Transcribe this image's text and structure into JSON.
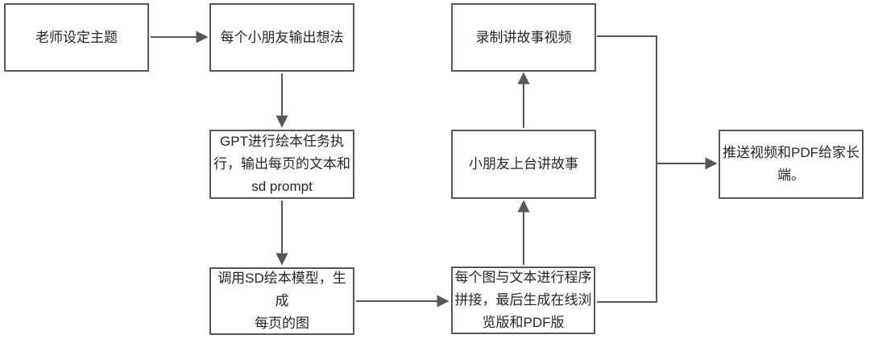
{
  "diagram": {
    "type": "flowchart",
    "colors": {
      "background": "#ffffff",
      "node_border": "#54585c",
      "node_fill": "#ffffff",
      "edge_line": "#54585c",
      "text": "#262626"
    },
    "nodes": [
      {
        "id": "teacher-set-topic",
        "label": "老师设定主题"
      },
      {
        "id": "children-output-ideas",
        "label": "每个小朋友输出想法"
      },
      {
        "id": "gpt-picture-book-task",
        "label": "GPT进行绘本任务执\n行，输出每页的文本和\nsd prompt"
      },
      {
        "id": "sd-model-generate-images",
        "label": "调用SD绘本模型，生成\n每页的图"
      },
      {
        "id": "assemble-online-and-pdf",
        "label": "每个图与文本进行程序\n拼接，最后生成在线浏\n览版和PDF版"
      },
      {
        "id": "child-tell-story-on-stage",
        "label": "小朋友上台讲故事"
      },
      {
        "id": "record-storytelling-video",
        "label": "录制讲故事视频"
      },
      {
        "id": "push-video-pdf-to-parents",
        "label": "推送视频和PDF给家长\n端。"
      }
    ],
    "edges": [
      {
        "from": "teacher-set-topic",
        "to": "children-output-ideas"
      },
      {
        "from": "children-output-ideas",
        "to": "gpt-picture-book-task"
      },
      {
        "from": "gpt-picture-book-task",
        "to": "sd-model-generate-images"
      },
      {
        "from": "sd-model-generate-images",
        "to": "assemble-online-and-pdf"
      },
      {
        "from": "assemble-online-and-pdf",
        "to": "child-tell-story-on-stage"
      },
      {
        "from": "child-tell-story-on-stage",
        "to": "record-storytelling-video"
      },
      {
        "from": "record-storytelling-video",
        "to": "push-video-pdf-to-parents"
      },
      {
        "from": "assemble-online-and-pdf",
        "to": "push-video-pdf-to-parents"
      }
    ]
  }
}
